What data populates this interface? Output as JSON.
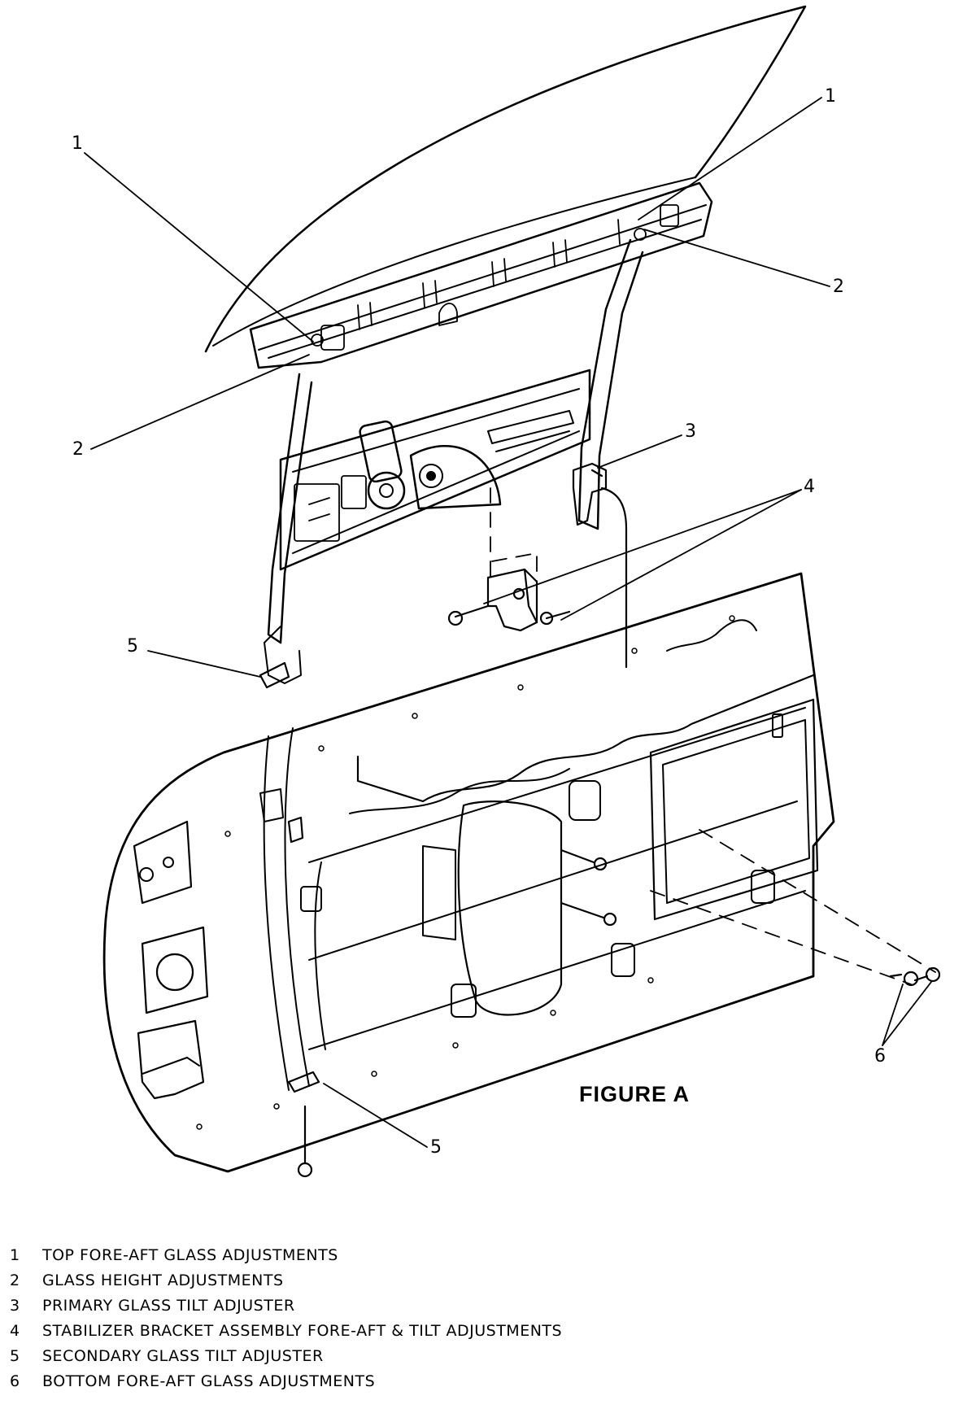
{
  "figure": {
    "title": "FIGURE A",
    "callouts": [
      {
        "id": "1a",
        "label": "1"
      },
      {
        "id": "1b",
        "label": "1"
      },
      {
        "id": "2a",
        "label": "2"
      },
      {
        "id": "2b",
        "label": "2"
      },
      {
        "id": "3",
        "label": "3"
      },
      {
        "id": "4",
        "label": "4"
      },
      {
        "id": "5a",
        "label": "5"
      },
      {
        "id": "5b",
        "label": "5"
      },
      {
        "id": "6",
        "label": "6"
      }
    ]
  },
  "legend": [
    {
      "num": "1",
      "text": "TOP FORE-AFT GLASS ADJUSTMENTS"
    },
    {
      "num": "2",
      "text": "GLASS HEIGHT ADJUSTMENTS"
    },
    {
      "num": "3",
      "text": "PRIMARY GLASS TILT ADJUSTER"
    },
    {
      "num": "4",
      "text": "STABILIZER BRACKET ASSEMBLY FORE-AFT & TILT ADJUSTMENTS"
    },
    {
      "num": "5",
      "text": "SECONDARY GLASS TILT ADJUSTER"
    },
    {
      "num": "6",
      "text": "BOTTOM FORE-AFT GLASS ADJUSTMENTS"
    }
  ]
}
